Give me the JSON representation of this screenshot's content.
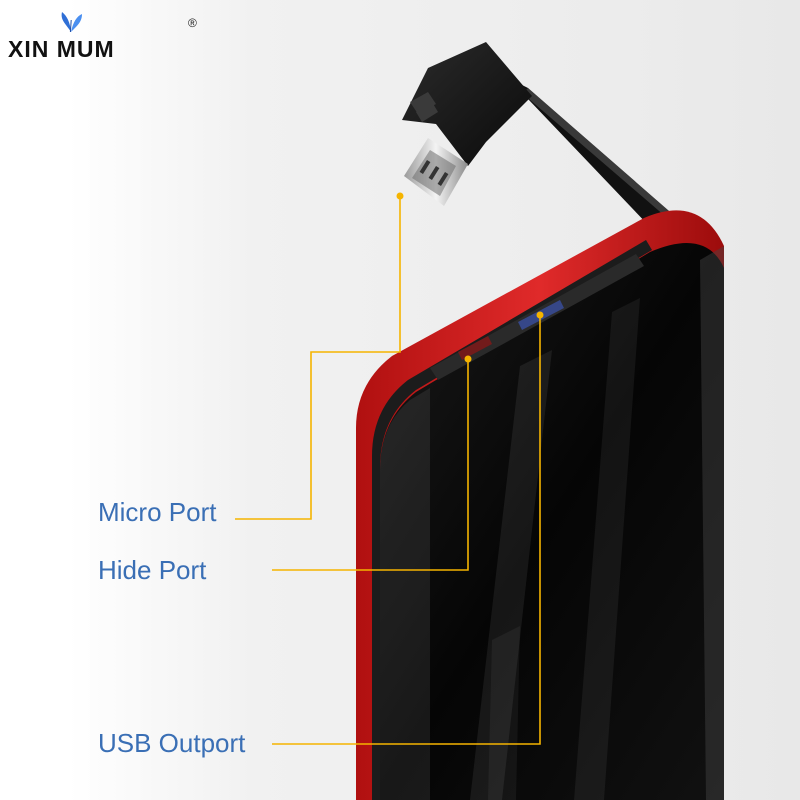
{
  "brand": {
    "name": "XIN MUM",
    "registered_mark": "®"
  },
  "callouts": [
    {
      "label": "Micro Port"
    },
    {
      "label": "Hide Port"
    },
    {
      "label": "USB Outport"
    }
  ],
  "colors": {
    "label_text": "#3a6fb5",
    "leader_line": "#f5b400",
    "device_shell": "#d41e1e",
    "device_face": "#0b0b0b",
    "background_panel": "#eeeeee",
    "butterfly_accent": "#2f6fd6"
  },
  "icons": {
    "brand_mark": "butterfly-icon"
  }
}
